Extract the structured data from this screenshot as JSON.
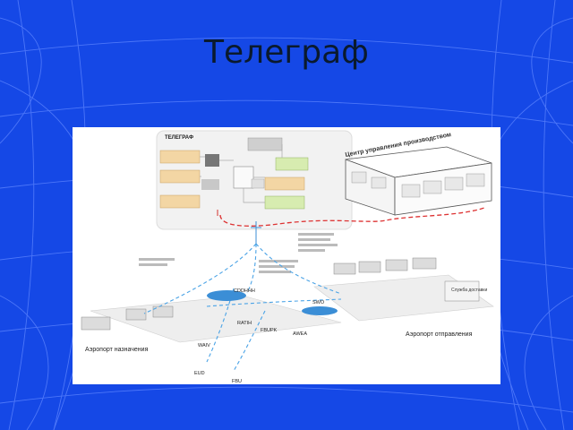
{
  "slide": {
    "title": "Телеграф",
    "background_color": "#1548e6"
  },
  "figure": {
    "panel_title": "ТЕЛЕГРАФ",
    "center_label": "Центр управления производством",
    "arrival_airport": "Аэропорт назначения",
    "departure_airport": "Аэропорт отправления",
    "service": "Служба доставки",
    "codes": [
      "CDDHHH",
      "SWO",
      "RATIH",
      "FBUPK",
      "WAIV",
      "EUD",
      "FBU",
      "AWEA"
    ]
  }
}
